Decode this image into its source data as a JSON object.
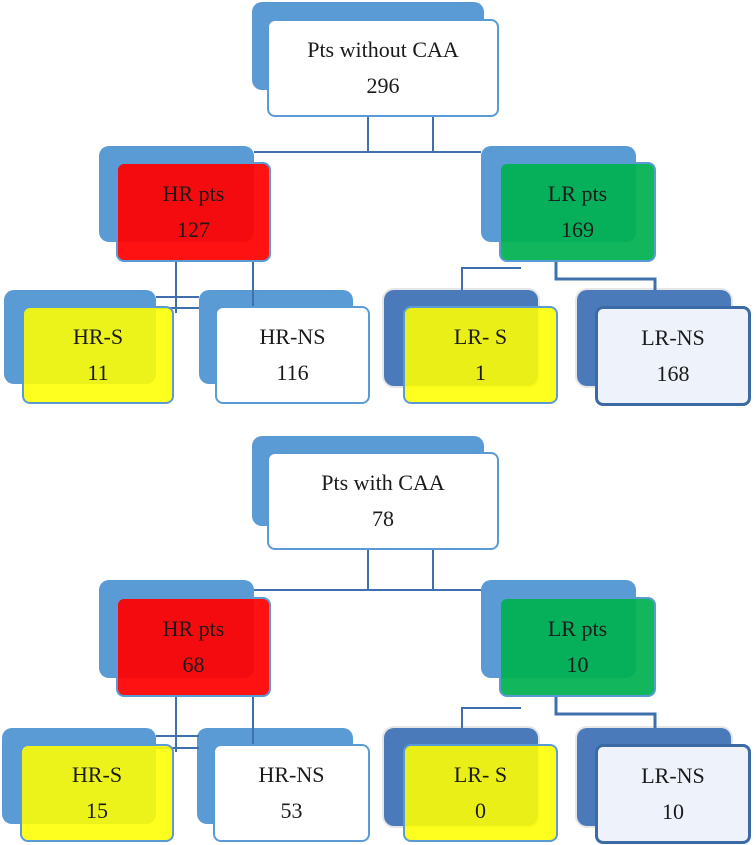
{
  "colors": {
    "high_risk": "#ff0000",
    "low_risk": "#00b050",
    "significant": "#ffff00",
    "non_significant": "#ffffff",
    "low_risk_non_significant": "#eef3fb",
    "connector": "#3f70ad",
    "shadow": "#5b9bd5"
  },
  "top_tree": {
    "root": {
      "label": "Pts without CAA",
      "count": "296"
    },
    "hr": {
      "label": "HR pts",
      "count": "127"
    },
    "lr": {
      "label": "LR pts",
      "count": "169"
    },
    "hr_s": {
      "label": "HR-S",
      "count": "11"
    },
    "hr_ns": {
      "label": "HR-NS",
      "count": "116"
    },
    "lr_s": {
      "label": "LR- S",
      "count": "1"
    },
    "lr_ns": {
      "label": "LR-NS",
      "count": "168"
    }
  },
  "bottom_tree": {
    "root": {
      "label": "Pts with CAA",
      "count": "78"
    },
    "hr": {
      "label": "HR pts",
      "count": "68"
    },
    "lr": {
      "label": "LR pts",
      "count": "10"
    },
    "hr_s": {
      "label": "HR-S",
      "count": "15"
    },
    "hr_ns": {
      "label": "HR-NS",
      "count": "53"
    },
    "lr_s": {
      "label": "LR- S",
      "count": "0"
    },
    "lr_ns": {
      "label": "LR-NS",
      "count": "10"
    }
  }
}
